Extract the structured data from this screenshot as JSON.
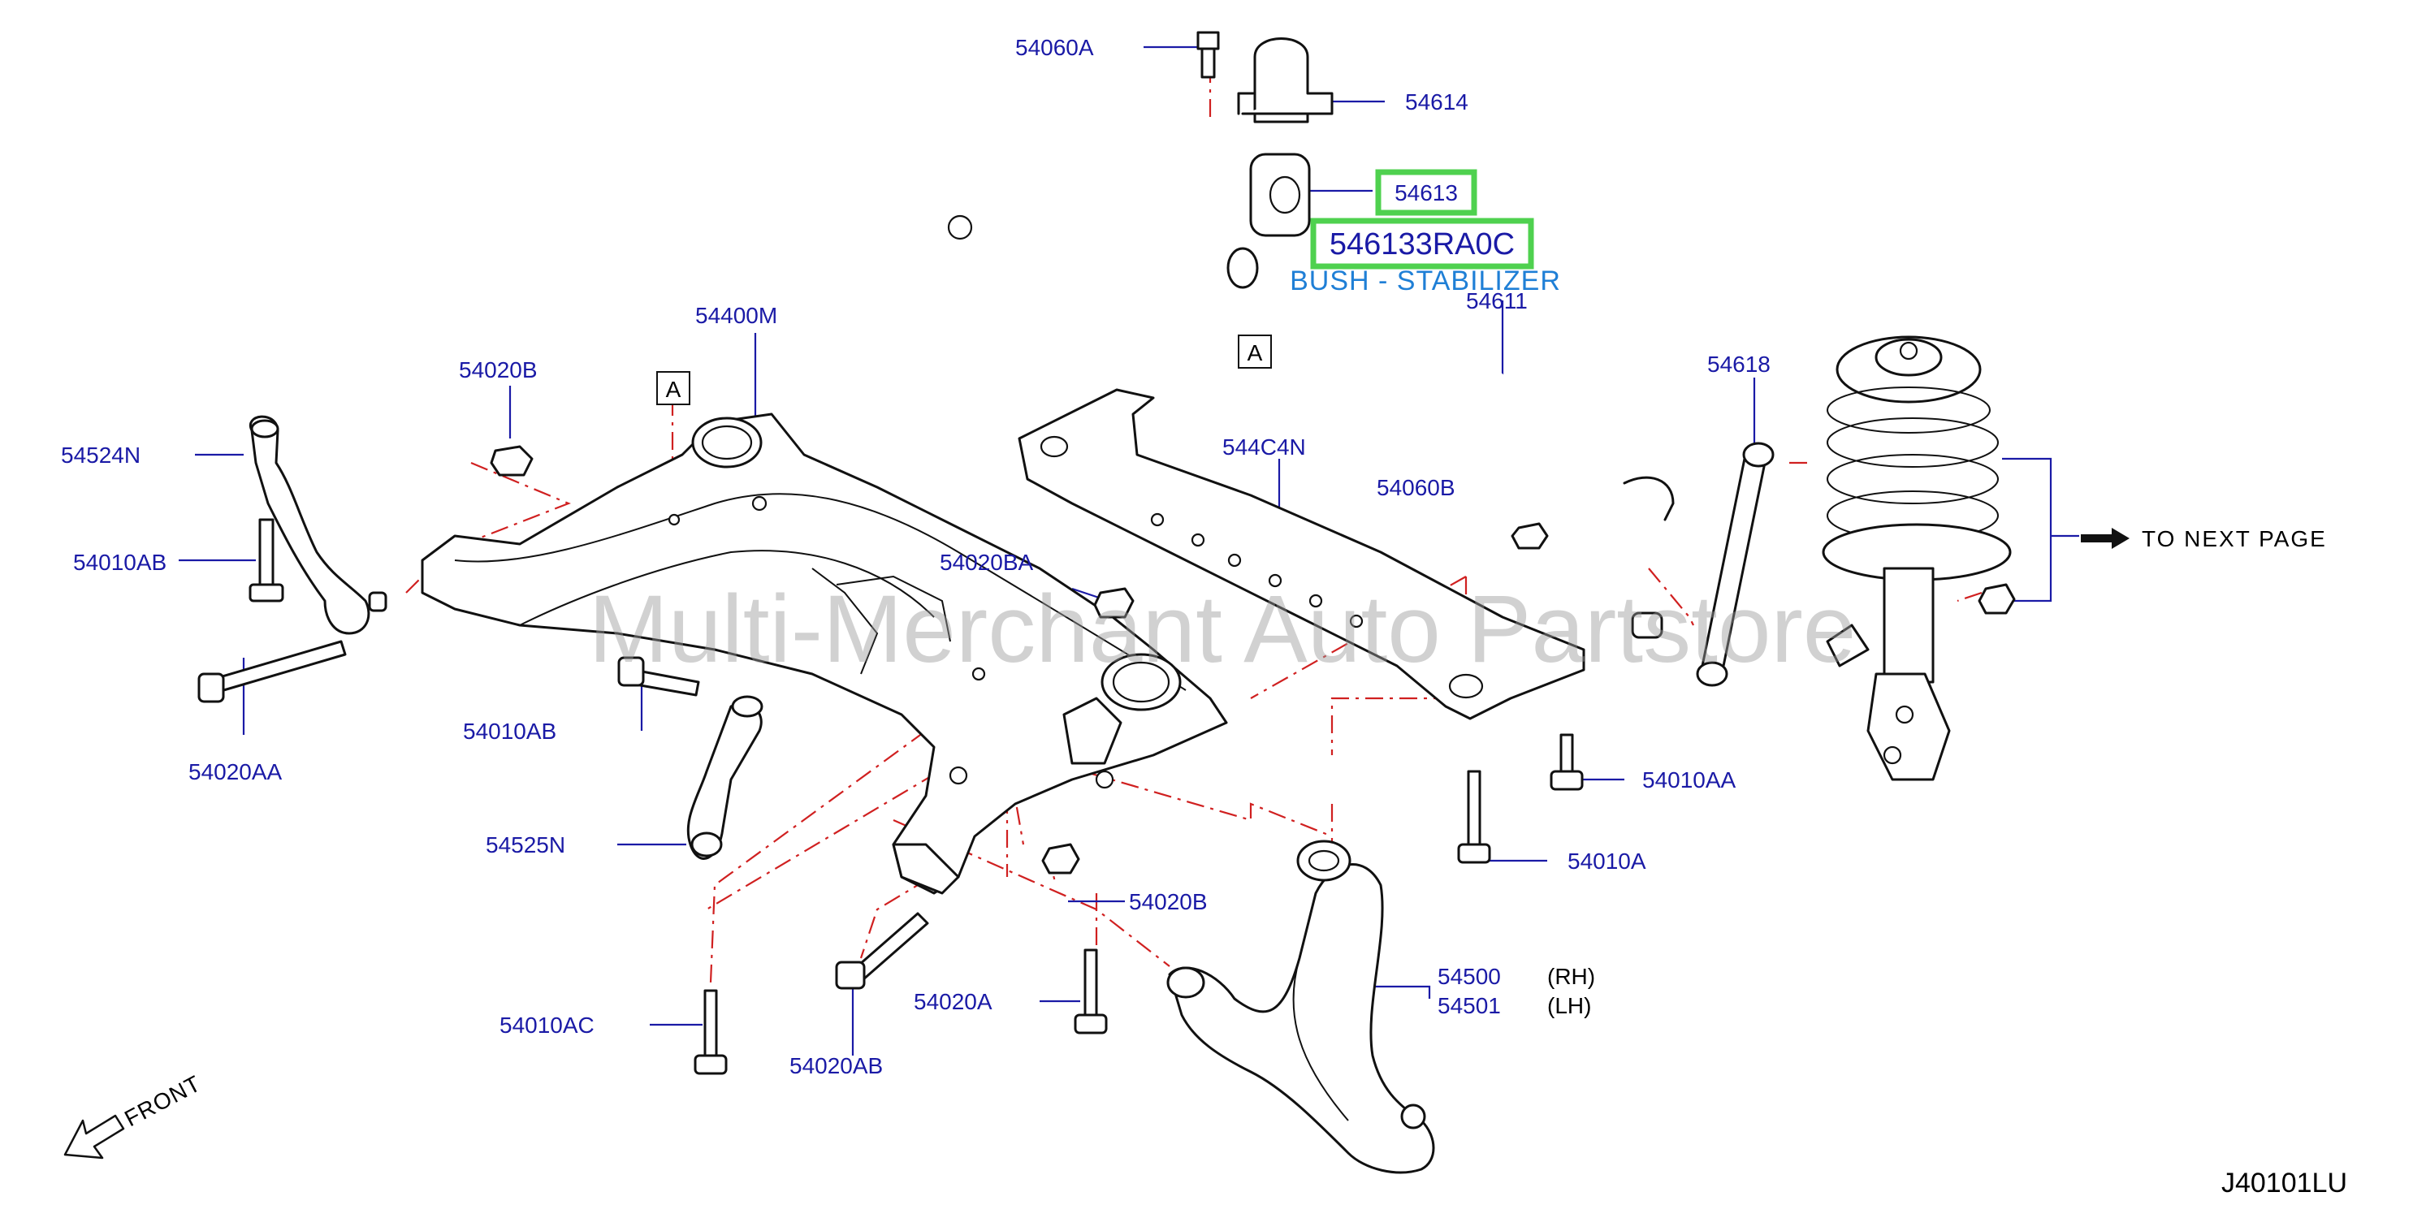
{
  "labels": {
    "p54060A": "54060A",
    "p54614": "54614",
    "p54613": "54613",
    "p54611": "54611",
    "p54400M": "54400M",
    "p54020B_top": "54020B",
    "p54524N": "54524N",
    "p54010AB_left": "54010AB",
    "p54020AA": "54020AA",
    "p54010AB_mid": "54010AB",
    "p54525N": "54525N",
    "p54020BA": "54020BA",
    "p544C4N": "544C4N",
    "p54060B": "54060B",
    "p54618": "54618",
    "p54010AA": "54010AA",
    "p54010A": "54010A",
    "p54020B_bottom": "54020B",
    "p54500": "54500",
    "p54501": "54501",
    "rh": "(RH)",
    "lh": "(LH)",
    "p54020A": "54020A",
    "p54010AC": "54010AC",
    "p54020AB": "54020AB"
  },
  "callouts": {
    "ref_a": "A",
    "to_next_page": "TO  NEXT  PAGE",
    "front": "FRONT"
  },
  "highlight": {
    "part_number": "546133RA0C",
    "description": "BUSH - STABILIZER",
    "color": "#4fd14f"
  },
  "watermark": "Multi-Merchant Auto Partstore",
  "diagram_code": "J40101LU",
  "colors": {
    "label_blue": "#1a1aa6",
    "desc_blue": "#1f7fd6",
    "dash_red": "#d02020",
    "highlight_green": "#4fd14f"
  }
}
